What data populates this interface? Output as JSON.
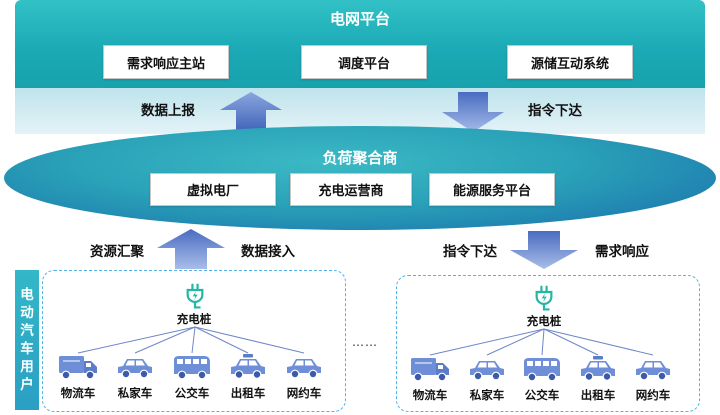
{
  "grid": {
    "title": "电网平台",
    "boxes": [
      "需求响应主站",
      "调度平台",
      "源储互动系统"
    ]
  },
  "flow_top": {
    "up_label": "数据上报",
    "down_label": "指令下达"
  },
  "aggregator": {
    "title": "负荷聚合商",
    "boxes": [
      "虚拟电厂",
      "充电运营商",
      "能源服务平台"
    ]
  },
  "flow_bottom": {
    "left_label_1": "资源汇聚",
    "left_label_2": "数据接入",
    "right_label_1": "指令下达",
    "right_label_2": "需求响应"
  },
  "ev_users": {
    "chars": [
      "电",
      "动",
      "汽",
      "车",
      "用",
      "户"
    ]
  },
  "clusters": [
    {
      "station_label": "充电桩",
      "vehicles": [
        "物流车",
        "私家车",
        "公交车",
        "出租车",
        "网约车"
      ]
    },
    {
      "station_label": "充电桩",
      "vehicles": [
        "物流车",
        "私家车",
        "公交车",
        "出租车",
        "网约车"
      ]
    }
  ],
  "ellipsis": "……",
  "colors": {
    "teal": "#1aa9b4",
    "arrow": "#6f8fd4",
    "vehicle": "#6e8fd8",
    "plug": "#27b6a4"
  },
  "icons": {
    "station": "charging-plug-icon",
    "vehicles": [
      "truck-icon",
      "car-icon",
      "bus-icon",
      "taxi-icon",
      "car-icon"
    ]
  }
}
